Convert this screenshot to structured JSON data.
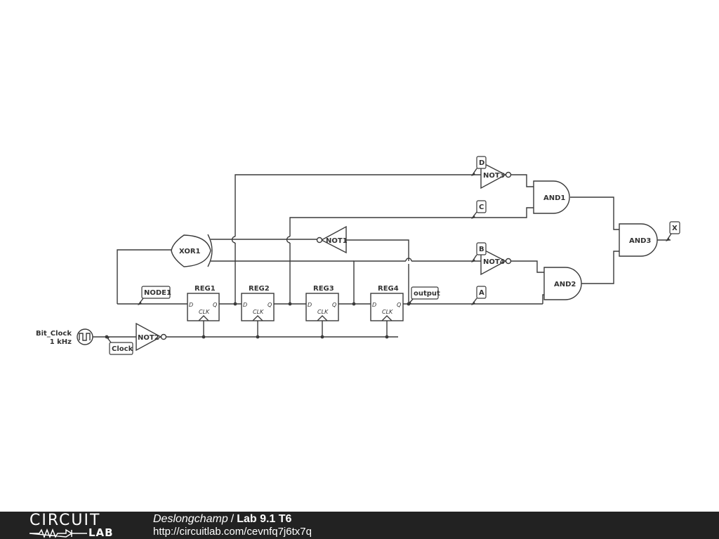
{
  "schematic": {
    "components": {
      "xor1": "XOR1",
      "not1": "NOT1",
      "not2": "NOT2",
      "not3": "NOT3",
      "not4": "NOT4",
      "and1": "AND1",
      "and2": "AND2",
      "and3": "AND3",
      "reg1": "REG1",
      "reg2": "REG2",
      "reg3": "REG3",
      "reg4": "REG4"
    },
    "pins": {
      "d": "D",
      "q": "Q",
      "clk": "CLK"
    },
    "source": {
      "name": "Bit_Clock",
      "freq": "1 kHz"
    },
    "net_labels": {
      "node1": "NODE1",
      "output": "output",
      "clock": "Clock",
      "d": "D",
      "c": "C",
      "b": "B",
      "a": "A",
      "x": "X"
    }
  },
  "footer": {
    "logo_top": "CIRCUIT",
    "logo_bottom": "LAB",
    "author": "Deslongchamp",
    "separator": "/",
    "project": "Lab 9.1 T6",
    "url": "http://circuitlab.com/cevnfq7j6tx7q"
  }
}
